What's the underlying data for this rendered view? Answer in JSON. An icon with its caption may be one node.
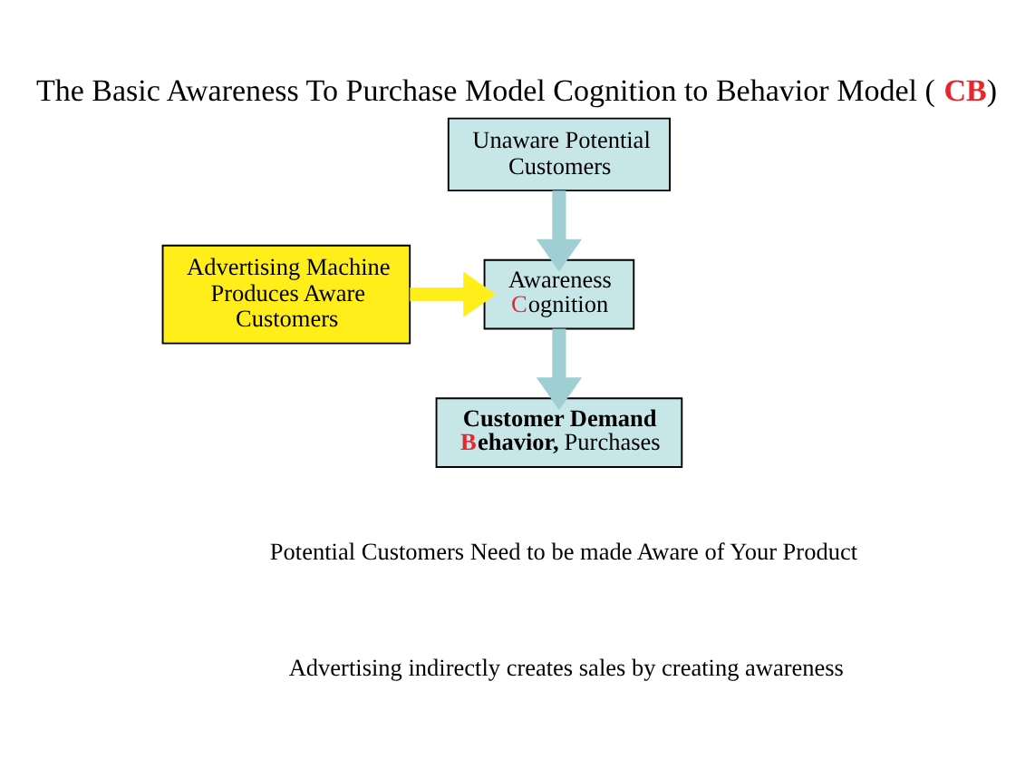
{
  "diagram": {
    "title": "The Basic Awareness To Purchase Model Cognition to Behavior Model (**CB**)",
    "nodes": [
      {
        "text": [
          "Unaware Potential Customers"
        ]
      },
      {
        "text": [
          "Advertising Machine Produces Aware Customers"
        ]
      },
      {
        "text": [
          "Awareness",
          "Cognition"
        ]
      },
      {
        "text": [
          "**Customer Demand**",
          "**Behavior,** Purchases"
        ]
      }
    ],
    "edges": [
      {
        "from": 0,
        "to": 2,
        "arrow": "to"
      },
      {
        "from": 1,
        "to": 2,
        "arrow": "to",
        "color": "#ffee1a"
      },
      {
        "from": 2,
        "to": 3,
        "arrow": "to"
      }
    ],
    "labels": [
      "Potential Customers Need to be made Aware of Your Product",
      "Advertising indirectly creates sales by creating awareness"
    ]
  }
}
